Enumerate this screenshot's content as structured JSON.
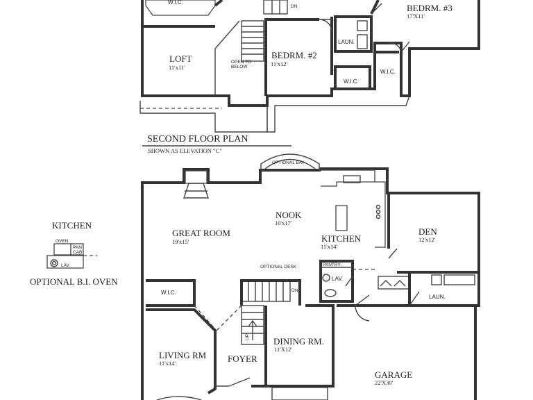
{
  "second_floor": {
    "title": "SECOND FLOOR PLAN",
    "subtitle": "SHOWN AS ELEVATION \"C\"",
    "rooms": {
      "wic_top": "W.I.C.",
      "loft": {
        "name": "LOFT",
        "size": "11'x11'"
      },
      "open_to_below": [
        "OPEN TO",
        "BELOW"
      ],
      "dn": "DN",
      "bedroom2": {
        "name": "BEDRM. #2",
        "size": "11'x12'"
      },
      "laun": "LAUN.",
      "wic_center": "W.I.C.",
      "wic_right": "W.I.C.",
      "bedroom3": {
        "name": "BEDRM. #3",
        "size": "17'X11'"
      }
    }
  },
  "first_floor": {
    "optional_bay": "OPTIONAL BAY",
    "rooms": {
      "nook": {
        "name": "NOOK",
        "size": "10'x17'"
      },
      "great_room": {
        "name": "GREAT ROOM",
        "size": "19'x15'"
      },
      "kitchen": {
        "name": "KITCHEN",
        "size": "11'x14'"
      },
      "den": {
        "name": "DEN",
        "size": "12'x12'"
      },
      "optional_desk": "OPTIONAL DESK",
      "pantry": "PANTRY",
      "lav": "LAV.",
      "laun": "LAUN.",
      "wic": "W.I.C.",
      "dn": "DN",
      "up": "UP",
      "living_rm": {
        "name": "LIVING RM",
        "size": "11'x14'"
      },
      "foyer": "FOYER",
      "dining_rm": {
        "name": "DINING RM.",
        "size": "11'X12'"
      },
      "garage": {
        "name": "GARAGE",
        "size": "22'X30'"
      }
    }
  },
  "inset": {
    "title": "KITCHEN",
    "oven": "OVEN",
    "pan": "PAN",
    "cab": "CAB",
    "lav": "LAV.",
    "caption": "OPTIONAL B.I. OVEN"
  }
}
